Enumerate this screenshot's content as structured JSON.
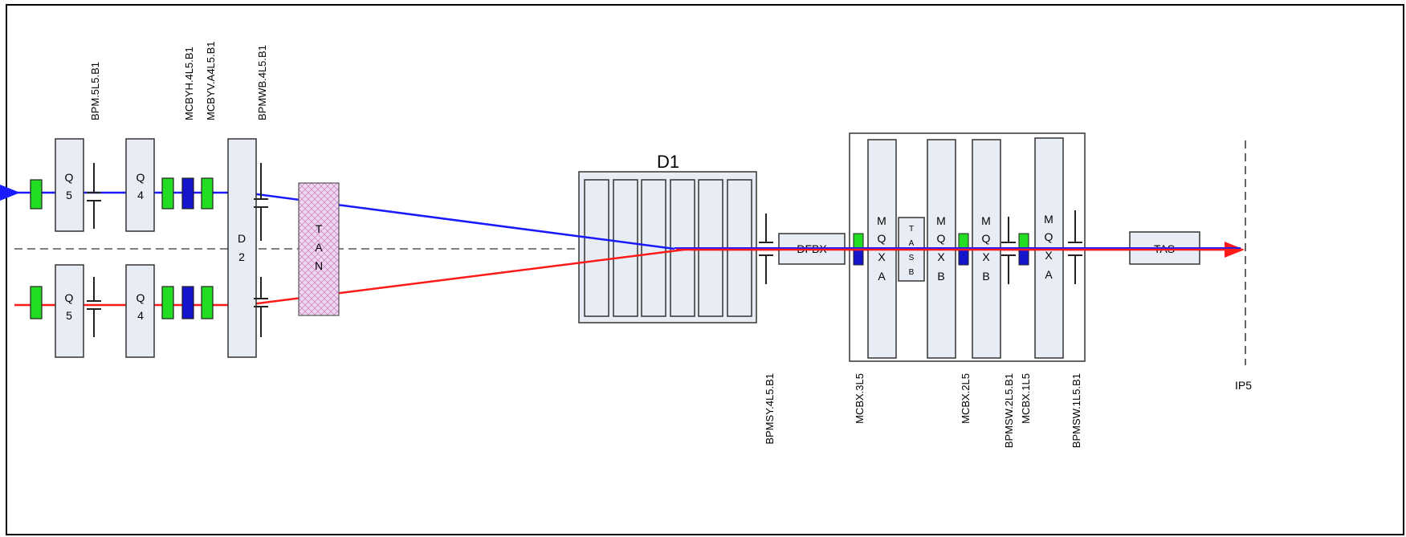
{
  "quadrupoles": {
    "q5_top": [
      "Q",
      "5"
    ],
    "q4_top": [
      "Q",
      "4"
    ],
    "q5_bottom": [
      "Q",
      "5"
    ],
    "q4_bottom": [
      "Q",
      "4"
    ]
  },
  "d2": [
    "D",
    "2"
  ],
  "tan": [
    "T",
    "A",
    "N"
  ],
  "d1": "D1",
  "dfbx": "DFBX",
  "tasb": [
    "T",
    "A",
    "S",
    "B"
  ],
  "mqxa_1": [
    "M",
    "Q",
    "X",
    "A"
  ],
  "mqxb_1": [
    "M",
    "Q",
    "X",
    "B"
  ],
  "mqxb_2": [
    "M",
    "Q",
    "X",
    "B"
  ],
  "mqxa_2": [
    "M",
    "Q",
    "X",
    "A"
  ],
  "tas": "TAS",
  "top_labels": {
    "bpm_5l5": "BPM.5L5.B1",
    "mcbyh_4l5": "MCBYH.4L5.B1",
    "mcbyv_a4l5": "MCBYV.A4L5.B1",
    "bpmwb_4l5": "BPMWB.4L5.B1"
  },
  "bottom_labels": {
    "bpmsy_4l5": "BPMSY.4L5.B1",
    "mcbx_3l5": "MCBX.3L5",
    "mcbx_2l5": "MCBX.2L5",
    "bpmsw_2l5": "BPMSW.2L5.B1",
    "mcbx_1l5": "MCBX.1L5",
    "bpmsw_1l5": "BPMSW.1L5.B1",
    "ip5": "IP5"
  },
  "colors": {
    "beam_blue": "#1a1aff",
    "beam_red": "#ff1a1a",
    "corrector_green": "#22dd22",
    "corrector_blue": "#1515cc",
    "magnet_fill": "#e8ecf4",
    "tan_fill": "#f0d8f0"
  }
}
